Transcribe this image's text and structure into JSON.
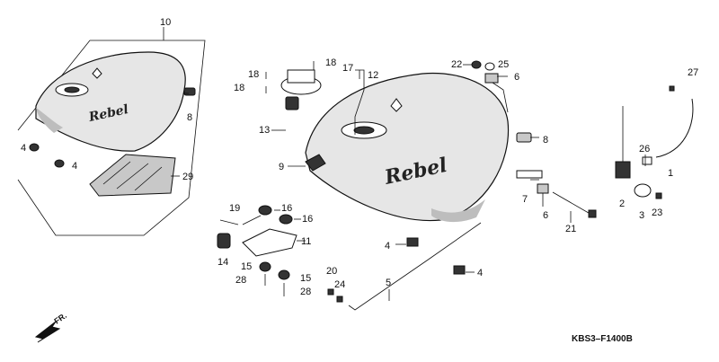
{
  "diagram": {
    "catalog_code": "KBS3–F1400B",
    "direction_label": "FR.",
    "decal_text": "Rebel",
    "callouts": {
      "p10": "10",
      "p8a": "8",
      "p4a": "4",
      "p4b": "4",
      "p29": "29",
      "p18a": "18",
      "p18b": "18",
      "p18c": "18",
      "p17": "17",
      "p12": "12",
      "p13": "13",
      "p9": "9",
      "p22": "22",
      "p25": "25",
      "p6a": "6",
      "p8b": "8",
      "p7": "7",
      "p6b": "6",
      "p21": "21",
      "p27": "27",
      "p26": "26",
      "p1": "1",
      "p2": "2",
      "p3": "3",
      "p23": "23",
      "p19": "19",
      "p16a": "16",
      "p16b": "16",
      "p11": "11",
      "p14": "14",
      "p15a": "15",
      "p15b": "15",
      "p28a": "28",
      "p28b": "28",
      "p4c": "4",
      "p4d": "4",
      "p20": "20",
      "p24": "24",
      "p5": "5"
    }
  }
}
